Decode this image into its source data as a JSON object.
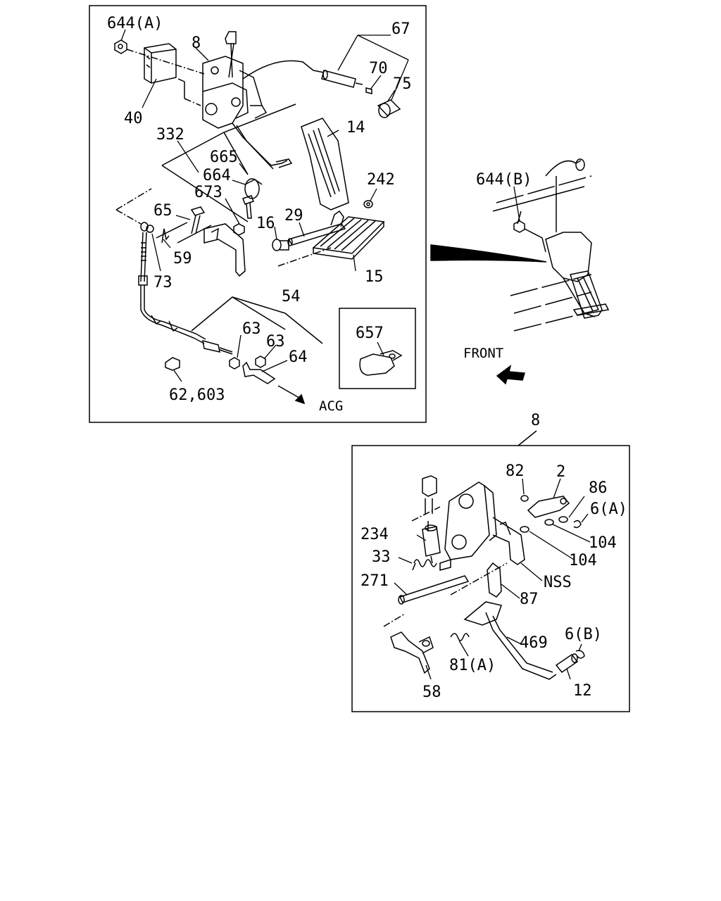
{
  "main_diagram": {
    "callouts": {
      "p644a": "644(A)",
      "p8": "8",
      "p67": "67",
      "p70": "70",
      "p75": "75",
      "p40": "40",
      "p332": "332",
      "p665": "665",
      "p664": "664",
      "p673": "673",
      "p14": "14",
      "p242": "242",
      "p65": "65",
      "p29": "29",
      "p16": "16",
      "p59": "59",
      "p73": "73",
      "p15": "15",
      "p54": "54",
      "p63a": "63",
      "p63b": "63",
      "p64": "64",
      "p62603": "62,603",
      "acg": "ACG"
    },
    "inset_callout": "657"
  },
  "location_view": {
    "callout": "644(B)",
    "front_label": "FRONT"
  },
  "detail_view": {
    "title": "8",
    "callouts": {
      "p82": "82",
      "p2": "2",
      "p86": "86",
      "p6a": "6(A)",
      "p234": "234",
      "p104a": "104",
      "p104b": "104",
      "p33": "33",
      "p271": "271",
      "nss": "NSS",
      "p87": "87",
      "p469": "469",
      "p6b": "6(B)",
      "p81a": "81(A)",
      "p58": "58",
      "p12": "12"
    }
  }
}
